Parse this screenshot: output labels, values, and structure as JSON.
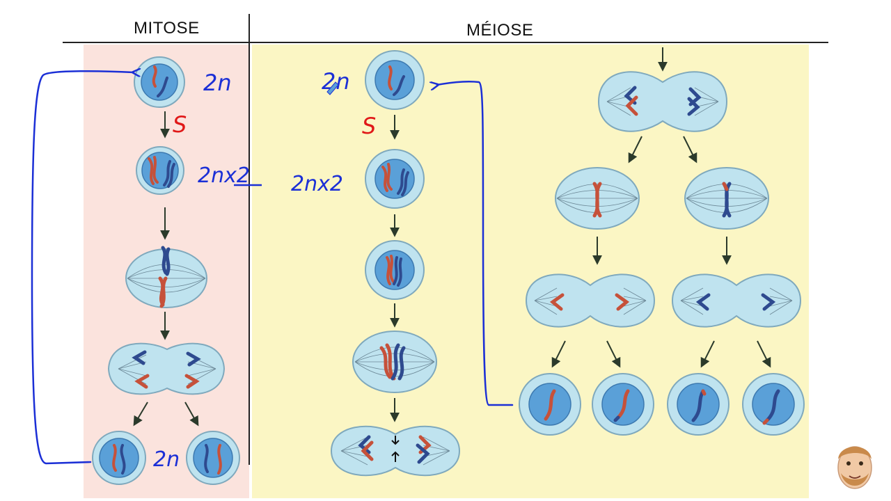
{
  "headers": {
    "mitosis": "MITOSE",
    "meiosis": "MÉIOSE"
  },
  "annotations": {
    "mitose_2n_top": "2n",
    "mitose_s": "S",
    "mitose_2nx2": "2nx2",
    "mitose_2n_bottom": "2n",
    "meiose_2n": "2n",
    "meiose_s": "S",
    "meiose_2nx2": "2nx2"
  },
  "colors": {
    "mitosis_bg": "#fbe3dd",
    "meiosis_bg": "#fbf6c4",
    "cell_fill": "#bfe3ef",
    "cell_stroke": "#7fa9bd",
    "nucleus_fill": "#5aa0d8",
    "chrom_red": "#c6513a",
    "chrom_blue": "#2e4a8f",
    "ink_blue": "#1b2fd6",
    "ink_red": "#e01818",
    "arrow": "#2b3a2b"
  }
}
